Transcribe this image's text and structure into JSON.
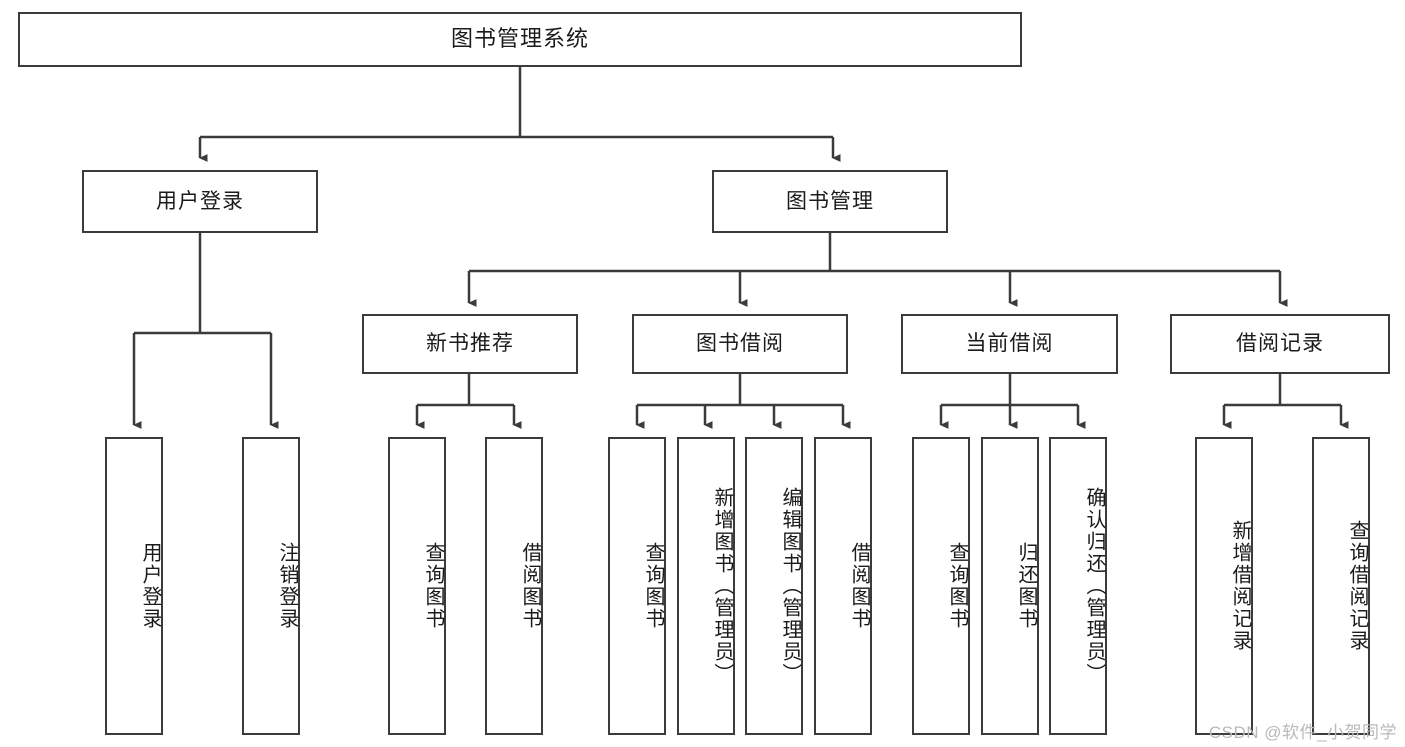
{
  "diagram": {
    "title": "图书管理系统",
    "type": "tree",
    "stroke_color": "#3b3b3b",
    "background_color": "#ffffff",
    "text_color": "#1b1b1b",
    "watermark": "CSDN @软件_小贺同学"
  },
  "nodes": {
    "root": {
      "label": "图书管理系统"
    },
    "level2": [
      {
        "id": "user-login",
        "label": "用户登录"
      },
      {
        "id": "book-manage",
        "label": "图书管理"
      }
    ],
    "level3": [
      {
        "id": "new-book-recommend",
        "label": "新书推荐"
      },
      {
        "id": "book-borrow",
        "label": "图书借阅"
      },
      {
        "id": "current-borrow",
        "label": "当前借阅"
      },
      {
        "id": "borrow-record",
        "label": "借阅记录"
      }
    ],
    "leaves": {
      "user_login": [
        {
          "id": "leaf-user-login",
          "label": "用户登录"
        },
        {
          "id": "leaf-logout-login",
          "label": "注销登录"
        }
      ],
      "new_book_recommend": [
        {
          "id": "leaf-query-book-1",
          "label": "查询图书"
        },
        {
          "id": "leaf-borrow-book-1",
          "label": "借阅图书"
        }
      ],
      "book_borrow": [
        {
          "id": "leaf-query-book-2",
          "label": "查询图书"
        },
        {
          "id": "leaf-add-book",
          "label": "新增图书（管理员）"
        },
        {
          "id": "leaf-edit-book",
          "label": "编辑图书（管理员）"
        },
        {
          "id": "leaf-borrow-book-2",
          "label": "借阅图书"
        }
      ],
      "current_borrow": [
        {
          "id": "leaf-query-book-3",
          "label": "查询图书"
        },
        {
          "id": "leaf-return-book",
          "label": "归还图书"
        },
        {
          "id": "leaf-confirm-return",
          "label": "确认归还（管理员）"
        }
      ],
      "borrow_record": [
        {
          "id": "leaf-add-record",
          "label": "新增借阅记录"
        },
        {
          "id": "leaf-query-record",
          "label": "查询借阅记录"
        }
      ]
    }
  }
}
